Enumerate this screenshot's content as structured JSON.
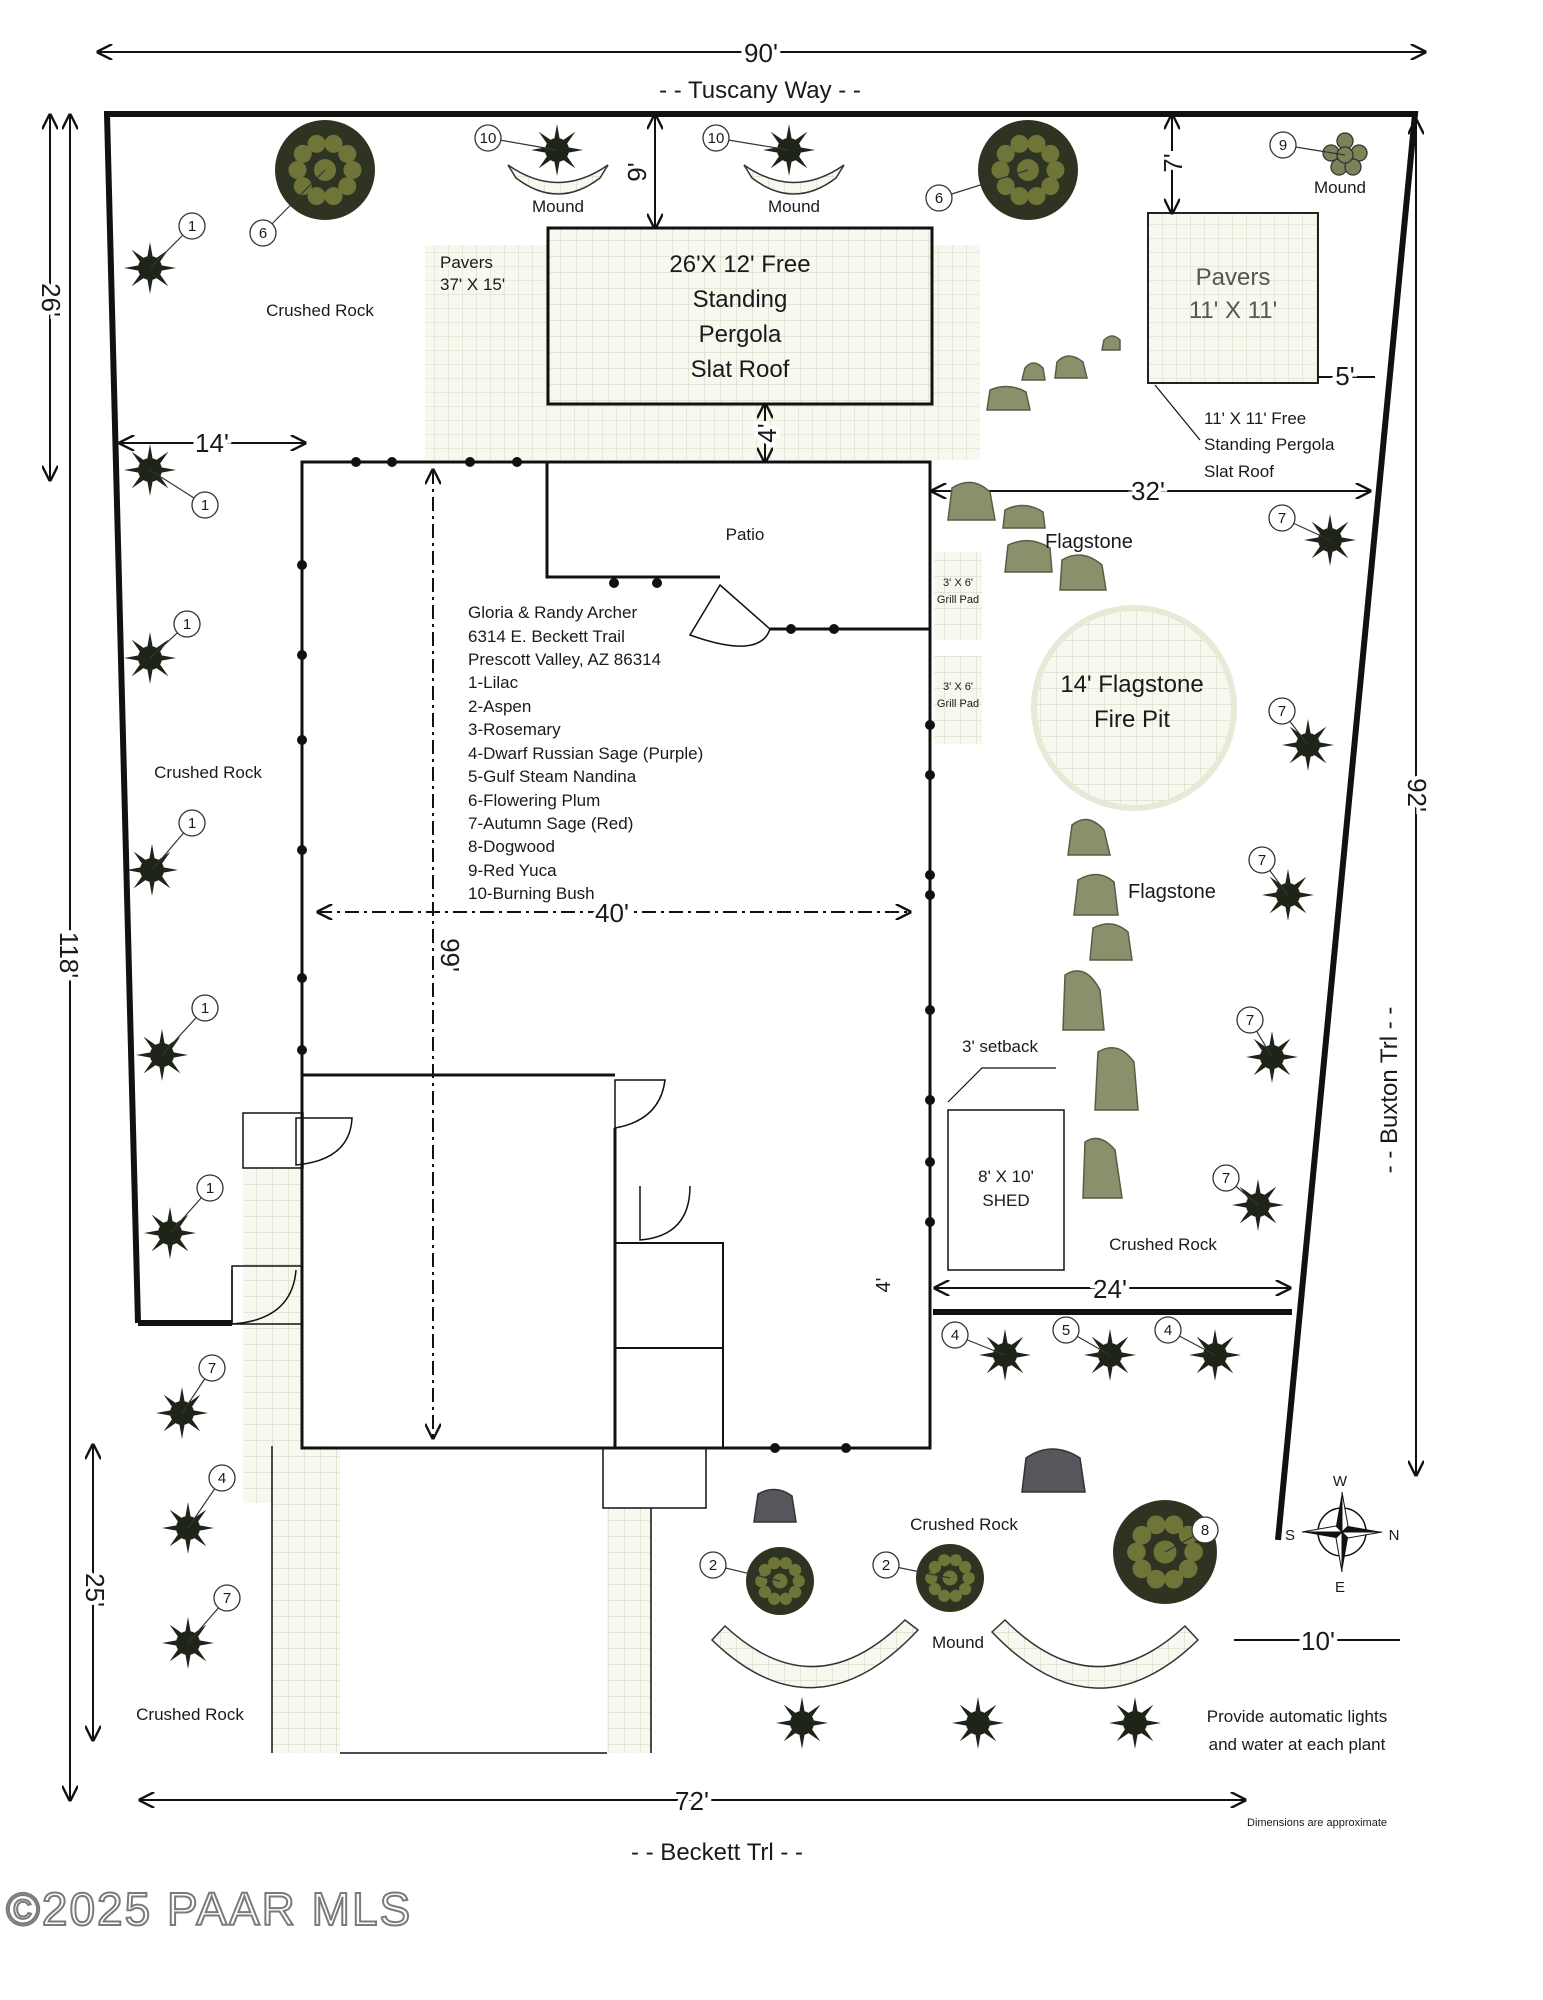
{
  "streets": {
    "north": "- - Tuscany Way - -",
    "south": "- - Beckett Trl - -",
    "east": "- - Buxton Trl - -"
  },
  "dimensions": {
    "top": "90'",
    "bottom": "72'",
    "left_total": "118'",
    "left_upper": "26'",
    "left_lower": "25'",
    "right": "92'",
    "north_setback": "9'",
    "pergola_gap": "4'",
    "west_setback": "14'",
    "east_span": "32'",
    "small_pergola_top": "7'",
    "small_pergola_side": "5'",
    "house_depth": "99'",
    "house_width": "40'",
    "shed_gap": "4'",
    "shed_span": "24'",
    "corner": "10'"
  },
  "labels": {
    "pergola_main": [
      "26'X 12' Free",
      "Standing",
      "Pergola",
      "Slat Roof"
    ],
    "pavers_main": [
      "Pavers",
      "37' X 15'"
    ],
    "pavers_small": [
      "Pavers",
      "11' X 11'"
    ],
    "pergola_small": [
      "11' X 11' Free",
      "Standing Pergola",
      "Slat Roof"
    ],
    "patio": "Patio",
    "flagstone": "Flagstone",
    "fire_pit": [
      "14' Flagstone",
      "Fire Pit"
    ],
    "grill_pad": [
      "3' X 6'",
      "Grill Pad"
    ],
    "shed": [
      "8' X 10'",
      "SHED"
    ],
    "setback": "3' setback",
    "mound": "Mound",
    "crushed_rock": "Crushed Rock",
    "lights_note": [
      "Provide automatic lights",
      "and water at each plant"
    ],
    "approx": "Dimensions are approximate",
    "copyright": "©2025 PAAR MLS"
  },
  "legend": [
    "Gloria & Randy Archer",
    "6314 E. Beckett Trail",
    "Prescott Valley, AZ 86314",
    "1-Lilac",
    "2-Aspen",
    "3-Rosemary",
    "4-Dwarf Russian Sage (Purple)",
    "5-Gulf Steam Nandina",
    "6-Flowering Plum",
    "7-Autumn Sage (Red)",
    "8-Dogwood",
    "9-Red Yuca",
    "10-Burning Bush"
  ],
  "compass": [
    "W",
    "N",
    "E",
    "S"
  ],
  "plant_numbers": {
    "lilac": "1",
    "aspen": "2",
    "sage_purple": "4",
    "nandina": "5",
    "plum": "6",
    "autumn_sage": "7",
    "dogwood": "8",
    "yuca": "9",
    "burning_bush": "10"
  },
  "colors": {
    "line": "#111111",
    "pavers": "#f6f7ef",
    "rock": "#8c8f6c",
    "plant": "#1f2418"
  }
}
